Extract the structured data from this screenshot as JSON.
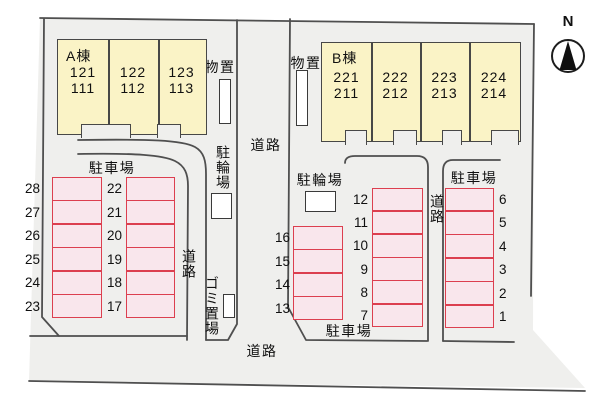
{
  "colors": {
    "site_fill": "#efefed",
    "line": "#4f4f4f",
    "building_fill": "#faf3c6",
    "building_border": "#474747",
    "stall_fill": "#f9e6ec",
    "stall_border": "#dc3f4f",
    "white_box": "#ffffff",
    "text": "#101010"
  },
  "compass": {
    "label": "N"
  },
  "labels": {
    "road": "道路",
    "parking": "駐車場",
    "bicycle": "駐輪場",
    "storage": "物置",
    "garbage": "ゴミ置場"
  },
  "buildings": [
    {
      "name": "A棟",
      "units": [
        [
          "121",
          "111"
        ],
        [
          "122",
          "112"
        ],
        [
          "123",
          "113"
        ]
      ]
    },
    {
      "name": "B棟",
      "units": [
        [
          "221",
          "211"
        ],
        [
          "222",
          "212"
        ],
        [
          "223",
          "213"
        ],
        [
          "224",
          "214"
        ]
      ]
    }
  ],
  "parking_columns": [
    {
      "id": "left-outer",
      "numbers": [
        "28",
        "27",
        "26",
        "25",
        "24",
        "23"
      ]
    },
    {
      "id": "left-inner",
      "numbers": [
        "22",
        "21",
        "20",
        "19",
        "18",
        "17"
      ]
    },
    {
      "id": "right-west",
      "numbers": [
        "16",
        "15",
        "14",
        "13"
      ]
    },
    {
      "id": "right-mid",
      "numbers": [
        "12",
        "11",
        "10",
        "9",
        "8",
        "7"
      ]
    },
    {
      "id": "right-east",
      "numbers": [
        "6",
        "5",
        "4",
        "3",
        "2",
        "1"
      ]
    }
  ]
}
